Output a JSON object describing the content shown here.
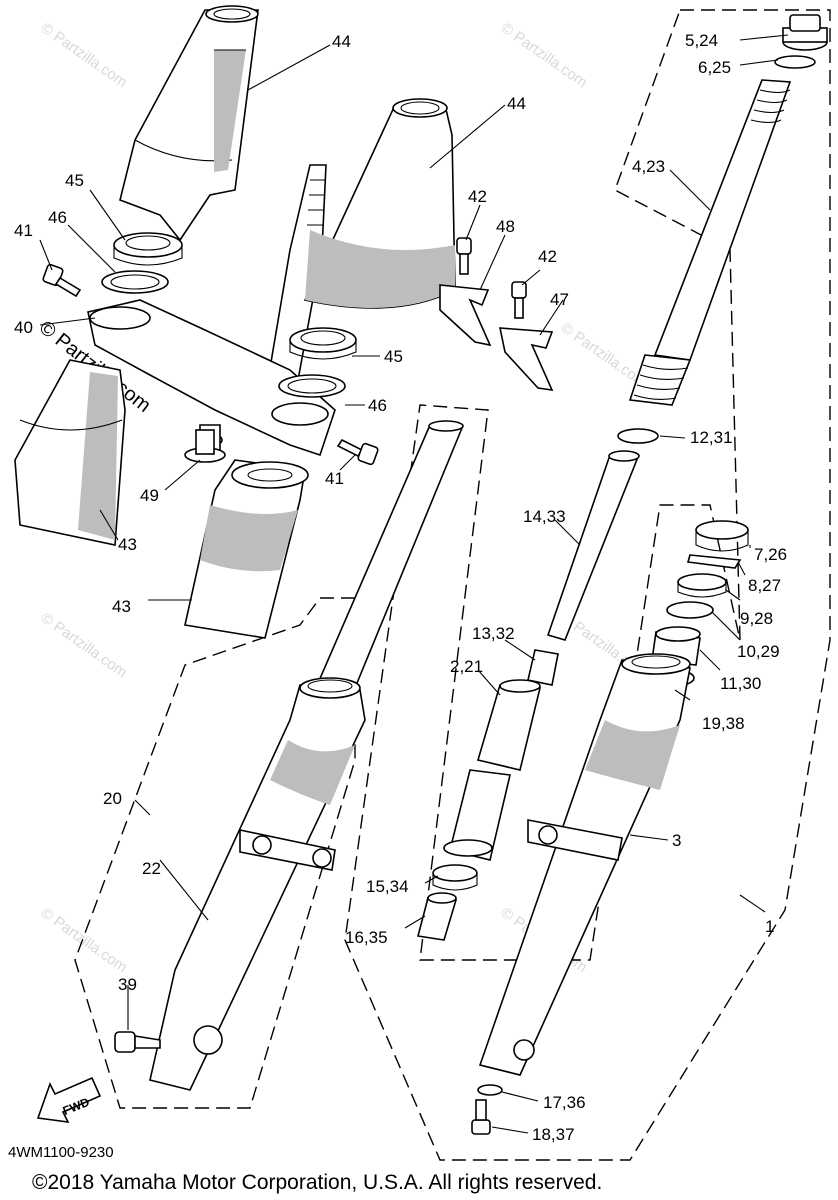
{
  "diagram": {
    "code": "4WM1100-9230",
    "copyright": "©2018 Yamaha Motor Corporation, U.S.A. All rights reserved.",
    "watermark": "© Partzilla.com",
    "fwd_label": "FWD",
    "callouts": {
      "c44a": "44",
      "c44b": "44",
      "c45a": "45",
      "c46a": "46",
      "c41a": "41",
      "c40": "40",
      "c42a": "42",
      "c48": "48",
      "c42b": "42",
      "c47": "47",
      "c45b": "45",
      "c46b": "46",
      "c41b": "41",
      "c49": "49",
      "c43a": "43",
      "c43b": "43",
      "c20": "20",
      "c22": "22",
      "c39": "39",
      "c5_24": "5,24",
      "c6_25": "6,25",
      "c4_23": "4,23",
      "c12_31": "12,31",
      "c14_33": "14,33",
      "c7_26": "7,26",
      "c8_27": "8,27",
      "c9_28": "9,28",
      "c10_29": "10,29",
      "c11_30": "11,30",
      "c13_32": "13,32",
      "c2_21": "2,21",
      "c19_38": "19,38",
      "c3": "3",
      "c15_34": "15,34",
      "c16_35": "16,35",
      "c1": "1",
      "c17_36": "17,36",
      "c18_37": "18,37"
    }
  }
}
